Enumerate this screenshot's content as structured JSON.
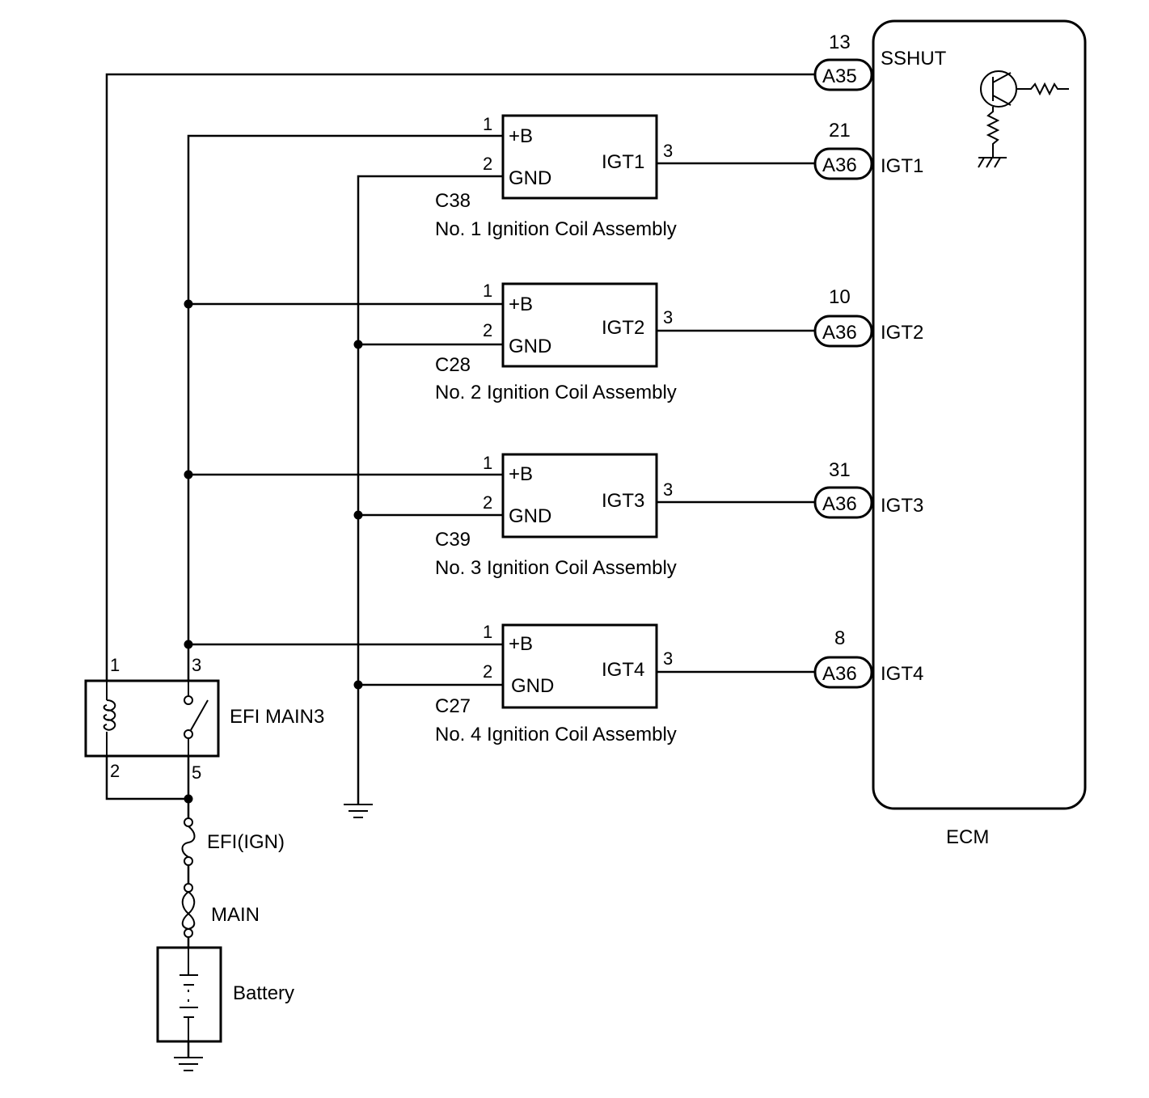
{
  "ecm": {
    "label": "ECM",
    "sshut": {
      "pin": "13",
      "connector": "A35",
      "signal": "SSHUT"
    }
  },
  "coils": [
    {
      "connector_code": "C38",
      "name": "No. 1 Ignition Coil Assembly",
      "pin_b": "1",
      "pin_gnd": "2",
      "pin_igt": "3",
      "b_label": "+B",
      "gnd_label": "GND",
      "igt_label": "IGT1",
      "ecm_pin": "21",
      "ecm_connector": "A36",
      "ecm_signal": "IGT1"
    },
    {
      "connector_code": "C28",
      "name": "No. 2 Ignition Coil Assembly",
      "pin_b": "1",
      "pin_gnd": "2",
      "pin_igt": "3",
      "b_label": "+B",
      "gnd_label": "GND",
      "igt_label": "IGT2",
      "ecm_pin": "10",
      "ecm_connector": "A36",
      "ecm_signal": "IGT2"
    },
    {
      "connector_code": "C39",
      "name": "No. 3 Ignition Coil Assembly",
      "pin_b": "1",
      "pin_gnd": "2",
      "pin_igt": "3",
      "b_label": "+B",
      "gnd_label": "GND",
      "igt_label": "IGT3",
      "ecm_pin": "31",
      "ecm_connector": "A36",
      "ecm_signal": "IGT3"
    },
    {
      "connector_code": "C27",
      "name": "No. 4 Ignition Coil Assembly",
      "pin_b": "1",
      "pin_gnd": "2",
      "pin_igt": "3",
      "b_label": "+B",
      "gnd_label": "GND",
      "igt_label": "IGT4",
      "ecm_pin": "8",
      "ecm_connector": "A36",
      "ecm_signal": "IGT4"
    }
  ],
  "relay": {
    "label": "EFI MAIN3",
    "pin1": "1",
    "pin2": "2",
    "pin3": "3",
    "pin5": "5"
  },
  "fuse_efi": {
    "label": "EFI(IGN)"
  },
  "fuse_main": {
    "label": "MAIN"
  },
  "battery": {
    "label": "Battery"
  }
}
